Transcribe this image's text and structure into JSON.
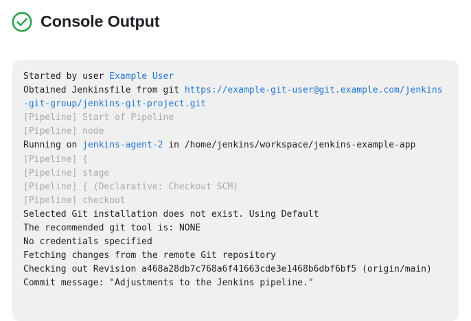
{
  "header": {
    "title": "Console Output",
    "status_icon": "check-circle-icon",
    "status_color": "#2aa24a"
  },
  "console": {
    "background": "#f0f0f0",
    "text_color": "#1f2128",
    "muted_color": "#a8a8a8",
    "link_color": "#1f76d2",
    "lines": [
      {
        "style": "normal",
        "segments": [
          {
            "type": "plain",
            "text": "Started by user "
          },
          {
            "type": "link",
            "text": "Example User"
          }
        ]
      },
      {
        "style": "normal",
        "segments": [
          {
            "type": "plain",
            "text": "Obtained Jenkinsfile from git "
          },
          {
            "type": "link",
            "text": "https://example-git-user@git.example.com/jenkins-git-group/jenkins-git-project.git"
          }
        ]
      },
      {
        "style": "muted",
        "segments": [
          {
            "type": "plain",
            "text": "[Pipeline] Start of Pipeline"
          }
        ]
      },
      {
        "style": "muted",
        "segments": [
          {
            "type": "plain",
            "text": "[Pipeline] node"
          }
        ]
      },
      {
        "style": "normal",
        "segments": [
          {
            "type": "plain",
            "text": "Running on "
          },
          {
            "type": "link",
            "text": "jenkins-agent-2"
          },
          {
            "type": "plain",
            "text": " in /home/jenkins/workspace/jenkins-example-app"
          }
        ]
      },
      {
        "style": "muted",
        "segments": [
          {
            "type": "plain",
            "text": "[Pipeline] {"
          }
        ]
      },
      {
        "style": "muted",
        "segments": [
          {
            "type": "plain",
            "text": "[Pipeline] stage"
          }
        ]
      },
      {
        "style": "muted",
        "segments": [
          {
            "type": "plain",
            "text": "[Pipeline] { (Declarative: Checkout SCM)"
          }
        ]
      },
      {
        "style": "muted",
        "segments": [
          {
            "type": "plain",
            "text": "[Pipeline] checkout"
          }
        ]
      },
      {
        "style": "normal",
        "segments": [
          {
            "type": "plain",
            "text": "Selected Git installation does not exist. Using Default"
          }
        ]
      },
      {
        "style": "normal",
        "segments": [
          {
            "type": "plain",
            "text": "The recommended git tool is: NONE"
          }
        ]
      },
      {
        "style": "normal",
        "segments": [
          {
            "type": "plain",
            "text": "No credentials specified"
          }
        ]
      },
      {
        "style": "normal",
        "segments": [
          {
            "type": "plain",
            "text": "Fetching changes from the remote Git repository"
          }
        ]
      },
      {
        "style": "normal",
        "segments": [
          {
            "type": "plain",
            "text": "Checking out Revision a468a28db7c768a6f41663cde3e1468b6dbf6bf5 (origin/main)"
          }
        ]
      },
      {
        "style": "normal",
        "segments": [
          {
            "type": "plain",
            "text": "Commit message: \"Adjustments to the Jenkins pipeline.\""
          }
        ]
      }
    ]
  }
}
